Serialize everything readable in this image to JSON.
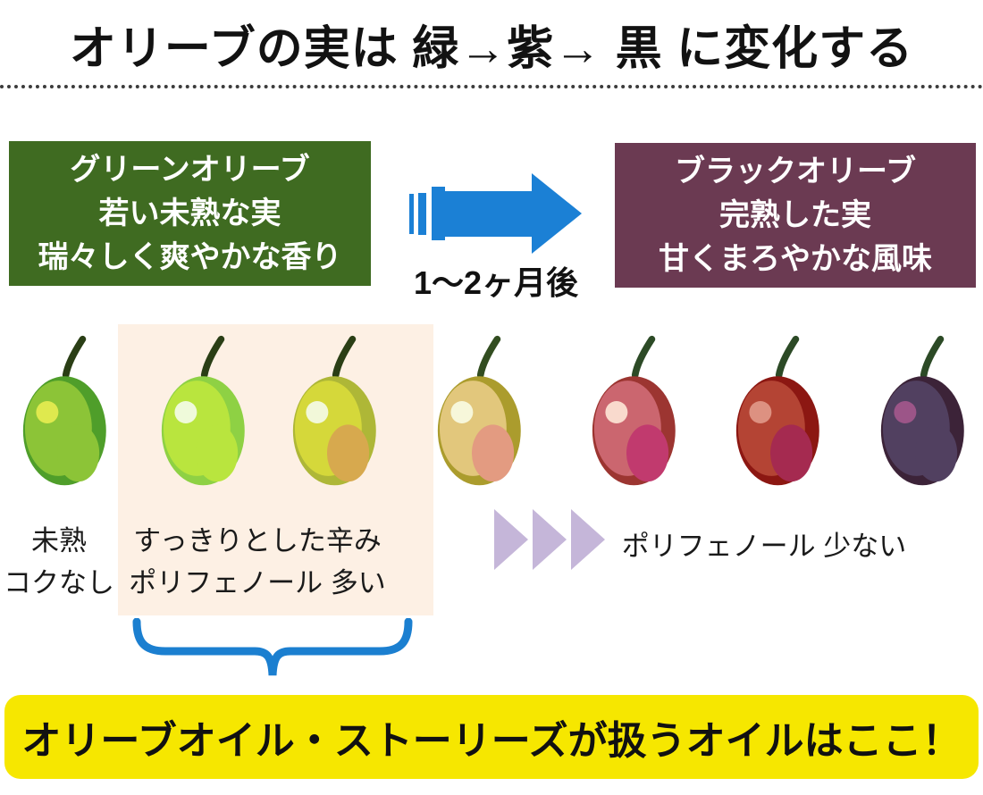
{
  "title": "オリーブの実は 緑→紫→ 黒 に変化する",
  "green_box": {
    "bg": "#3f6b21",
    "lines": [
      "グリーンオリーブ",
      "若い未熟な実",
      "瑞々しく爽やかな香り"
    ]
  },
  "black_box": {
    "bg": "#6b3a52",
    "lines": [
      "ブラックオリーブ",
      "完熟した実",
      "甘くまろやかな風味"
    ]
  },
  "arrow": {
    "color": "#1b80d5",
    "label": "1〜2ヶ月後"
  },
  "highlight_panel": {
    "bg": "#fdf0e4"
  },
  "olives": {
    "items": [
      {
        "body": "#4f9e2a",
        "inner": "#8cc437",
        "patch": "#8cc437",
        "highlight": "#dfe94e",
        "stem": "#2a3e15"
      },
      {
        "body": "#8ed144",
        "inner": "#b9e53e",
        "patch": "#b9e53e",
        "highlight": "#effada",
        "stem": "#2a3e15"
      },
      {
        "body": "#aeb737",
        "inner": "#d5d83a",
        "patch": "#d7a94e",
        "highlight": "#f2f8d9",
        "stem": "#2a3e15"
      },
      {
        "body": "#ab9c2d",
        "inner": "#e2c77c",
        "patch": "#e39b81",
        "highlight": "#f7f7da",
        "stem": "#324d20"
      },
      {
        "body": "#9c3531",
        "inner": "#cb666f",
        "patch": "#c13a6e",
        "highlight": "#f9dacd",
        "stem": "#2c4a26"
      },
      {
        "body": "#8c1712",
        "inner": "#b44434",
        "patch": "#a52a50",
        "highlight": "#dd9181",
        "stem": "#2c4a26"
      },
      {
        "body": "#3c2338",
        "inner": "#514060",
        "patch": "#514060",
        "highlight": "#9c5588",
        "stem": "#2c4a26"
      }
    ]
  },
  "labels": {
    "unripe": {
      "line1": "未熟",
      "line2": "コクなし"
    },
    "green_note": {
      "line1": "すっきりとした辛み",
      "line2": "ポリフェノール 多い"
    },
    "black_note": {
      "line1": "ポリフェノール 少ない"
    }
  },
  "triangles": {
    "color": "#c5b6d9"
  },
  "brace": {
    "color": "#1b7fd0"
  },
  "banner": {
    "bg": "#f6e700",
    "text": "オリーブオイル・ストーリーズが扱うオイルはここ！"
  }
}
